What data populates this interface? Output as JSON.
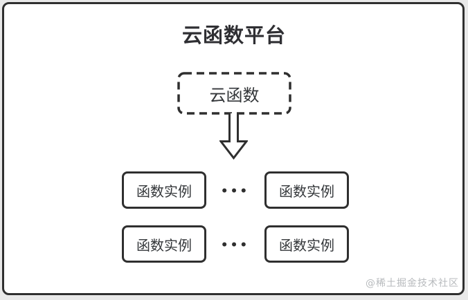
{
  "colors": {
    "ink": "#2f2f2f",
    "panel_background": "#ffffff",
    "page_background": "#e9e9e9",
    "watermark_gray": "#b7babd"
  },
  "diagram": {
    "title": "云函数平台",
    "source_node": {
      "label": "云函数",
      "border_style": "dashed"
    },
    "arrow_icon": "down-arrow",
    "ellipsis": "•••",
    "instances": [
      {
        "label": "函数实例"
      },
      {
        "label": "函数实例"
      },
      {
        "label": "函数实例"
      },
      {
        "label": "函数实例"
      }
    ],
    "watermark": "@稀土掘金技术社区"
  }
}
